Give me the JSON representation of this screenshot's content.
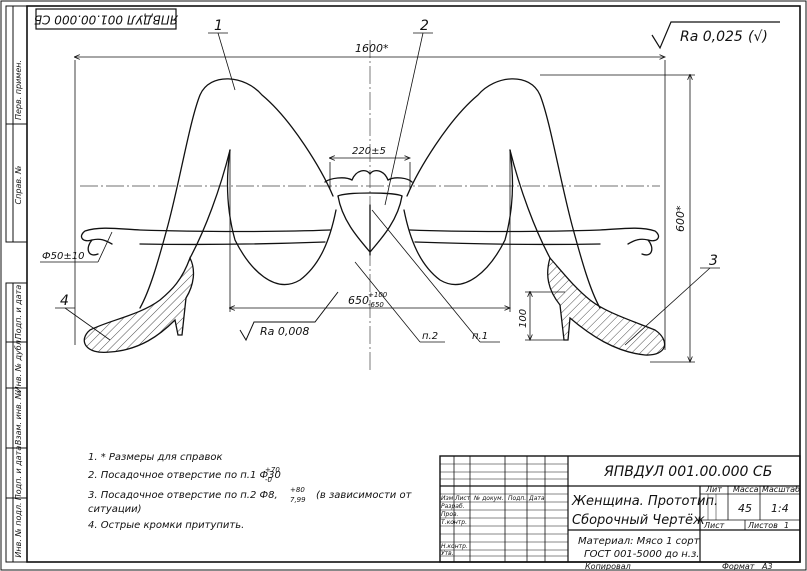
{
  "stamp_top_rotated": "ЯПВДУЛ 001.00.000 СБ",
  "roughness": {
    "general": "Ra 0,025",
    "general_check": "(√)",
    "local": "Ra 0,008"
  },
  "callouts": [
    "1",
    "2",
    "3",
    "4"
  ],
  "dimensions": {
    "overall_width": "1600*",
    "overall_height": "600*",
    "hip_gap": "220±5",
    "heel_height": "100",
    "hand_dia": "Ф50±10",
    "pelvis_base": "650",
    "pelvis_tol_upper": "+100",
    "pelvis_tol_lower": "-650"
  },
  "hole_labels": {
    "p1": "п.1",
    "p2": "п.2"
  },
  "notes": {
    "n1": "1.  * Размеры для справок",
    "n2_text": "2.  Посадочное отверстие по п.1 Ф30",
    "n2_upper": "+70",
    "n2_lower": "-0",
    "n3_text": "3.  Посадочное отверстие по п.2  Ф8,",
    "n3_upper": "+80",
    "n3_lower": "7,99",
    "n3_tail": "(в зависимости от",
    "n3_cont": "ситуации)",
    "n4": "4.  Острые кромки притупить."
  },
  "left_margin": {
    "perv_primen": "Перв. примен.",
    "sprav": "Справ. №",
    "podp_data_1": "Подп. и дата",
    "inv_dubl": "Инв. № дубл.",
    "vzam_inv": "Взам. инв. №",
    "podp_data_2": "Подп. и дата",
    "inv_podl": "Инв. № подл."
  },
  "title_block": {
    "designation": "ЯПВДУЛ 001.00.000 СБ",
    "name_line1": "Женщина. Прототип.",
    "name_line2": "Сборочный Чертёж",
    "material_line1": "Материал: Мясо 1 сорт",
    "material_line2": "ГОСТ 001-5000 до н.з.",
    "col_izm": "Изм",
    "col_list": "Лист",
    "col_ndokum": "№ докум.",
    "col_podp": "Подп.",
    "col_data": "Дата",
    "razrab": "Разраб.",
    "prov": "Пров.",
    "tkontr": "Т.контр.",
    "nkontr": "Н.контр.",
    "utv": "Утв.",
    "lit": "Лит",
    "massa": "Масса",
    "masshtab": "Масштаб",
    "massa_val": "45",
    "masshtab_val": "1:4",
    "list_label": "Лист",
    "listov_label": "Листов",
    "listov_val": "1",
    "kopiroval": "Копировал",
    "format": "Формат",
    "format_val": "А3"
  }
}
